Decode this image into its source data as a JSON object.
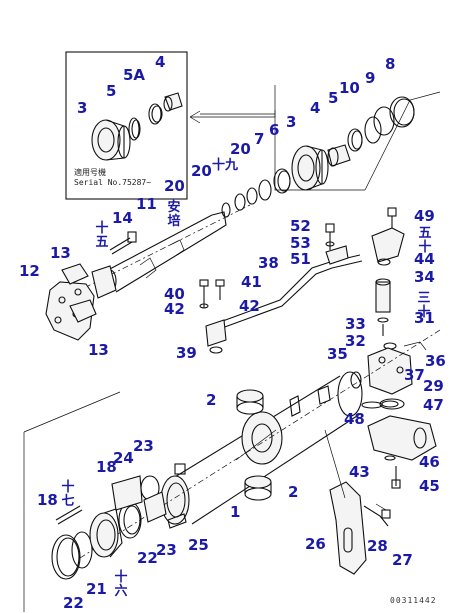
{
  "labels": [
    {
      "id": "4a",
      "text": "4"
    },
    {
      "id": "5Aa",
      "text": "5A"
    },
    {
      "id": "5a",
      "text": "5"
    },
    {
      "id": "3a",
      "text": "3"
    },
    {
      "id": "8",
      "text": "8"
    },
    {
      "id": "9",
      "text": "9"
    },
    {
      "id": "10",
      "text": "10"
    },
    {
      "id": "5b",
      "text": "5"
    },
    {
      "id": "4b",
      "text": "4"
    },
    {
      "id": "3b",
      "text": "3"
    },
    {
      "id": "6",
      "text": "6"
    },
    {
      "id": "7",
      "text": "7"
    },
    {
      "id": "20a",
      "text": "20"
    },
    {
      "id": "20b",
      "text": "20"
    },
    {
      "id": "20c",
      "text": "20"
    },
    {
      "id": "11",
      "text": "11"
    },
    {
      "id": "14",
      "text": "14"
    },
    {
      "id": "13a",
      "text": "13"
    },
    {
      "id": "12",
      "text": "12"
    },
    {
      "id": "13b",
      "text": "13"
    },
    {
      "id": "52",
      "text": "52"
    },
    {
      "id": "53",
      "text": "53"
    },
    {
      "id": "51",
      "text": "51"
    },
    {
      "id": "49",
      "text": "49"
    },
    {
      "id": "44",
      "text": "44"
    },
    {
      "id": "34",
      "text": "34"
    },
    {
      "id": "38",
      "text": "38"
    },
    {
      "id": "41",
      "text": "41"
    },
    {
      "id": "40",
      "text": "40"
    },
    {
      "id": "42a",
      "text": "42"
    },
    {
      "id": "42b",
      "text": "42"
    },
    {
      "id": "39",
      "text": "39"
    },
    {
      "id": "33",
      "text": "33"
    },
    {
      "id": "31",
      "text": "31"
    },
    {
      "id": "32",
      "text": "32"
    },
    {
      "id": "35",
      "text": "35"
    },
    {
      "id": "36",
      "text": "36"
    },
    {
      "id": "37",
      "text": "37"
    },
    {
      "id": "29",
      "text": "29"
    },
    {
      "id": "47",
      "text": "47"
    },
    {
      "id": "48",
      "text": "48"
    },
    {
      "id": "2a",
      "text": "2"
    },
    {
      "id": "2b",
      "text": "2"
    },
    {
      "id": "23a",
      "text": "23"
    },
    {
      "id": "24",
      "text": "24"
    },
    {
      "id": "18a",
      "text": "18"
    },
    {
      "id": "18b",
      "text": "18"
    },
    {
      "id": "1",
      "text": "1"
    },
    {
      "id": "46",
      "text": "46"
    },
    {
      "id": "43",
      "text": "43"
    },
    {
      "id": "45",
      "text": "45"
    },
    {
      "id": "22a",
      "text": "22"
    },
    {
      "id": "23b",
      "text": "23"
    },
    {
      "id": "25",
      "text": "25"
    },
    {
      "id": "26",
      "text": "26"
    },
    {
      "id": "28",
      "text": "28"
    },
    {
      "id": "27",
      "text": "27"
    },
    {
      "id": "21",
      "text": "21"
    },
    {
      "id": "22b",
      "text": "22"
    }
  ],
  "cjk_labels": {
    "jiu": "十九",
    "anpei": "安培",
    "shiwu_left": "十五",
    "shiwu_right": "五十",
    "sanshi": "三十",
    "shiqi": "十七",
    "shiliu": "十六"
  },
  "inset_note": {
    "line1": "適用号機",
    "line2": "Serial No.75287~"
  },
  "drawing_code": "00311442"
}
